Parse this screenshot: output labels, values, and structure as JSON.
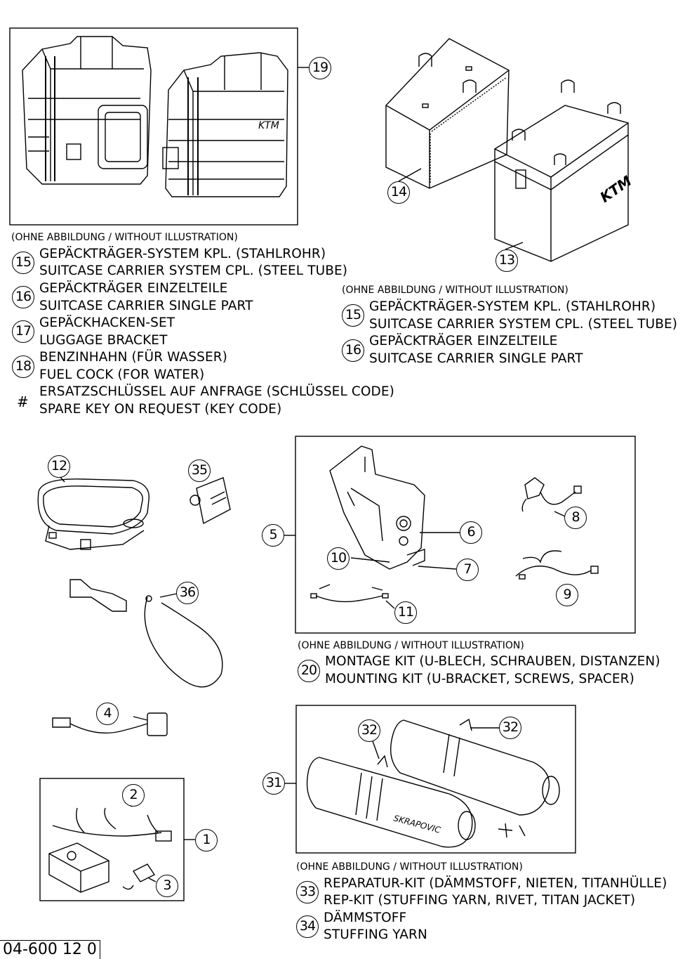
{
  "callouts": {
    "c19": "19",
    "c14": "14",
    "c13": "13",
    "c12": "12",
    "c35": "35",
    "c5": "5",
    "c6": "6",
    "c7": "7",
    "c8": "8",
    "c9": "9",
    "c10": "10",
    "c11": "11",
    "c36": "36",
    "c4": "4",
    "c2": "2",
    "c1": "1",
    "c3": "3",
    "c31": "31",
    "c32a": "32",
    "c32b": "32"
  },
  "block1": {
    "note": "(OHNE ABBILDUNG / WITHOUT ILLUSTRATION)",
    "items": [
      {
        "num": "15",
        "de": "GEPÄCKTRÄGER-SYSTEM KPL. (STAHLROHR)",
        "en": "SUITCASE CARRIER SYSTEM CPL. (STEEL TUBE)"
      },
      {
        "num": "16",
        "de": "GEPÄCKTRÄGER EINZELTEILE",
        "en": "SUITCASE CARRIER SINGLE PART"
      },
      {
        "num": "17",
        "de": "GEPÄCKHACKEN-SET",
        "en": "LUGGAGE BRACKET"
      },
      {
        "num": "18",
        "de": "BENZINHAHN (FÜR WASSER)",
        "en": "FUEL COCK (FOR WATER)"
      },
      {
        "num": "#",
        "de": "ERSATZSCHLÜSSEL AUF ANFRAGE (SCHLÜSSEL CODE)",
        "en": "SPARE KEY ON REQUEST (KEY CODE)"
      }
    ]
  },
  "block2": {
    "note": "(OHNE ABBILDUNG / WITHOUT ILLUSTRATION)",
    "items": [
      {
        "num": "15",
        "de": "GEPÄCKTRÄGER-SYSTEM KPL. (STAHLROHR)",
        "en": "SUITCASE CARRIER SYSTEM CPL. (STEEL TUBE)"
      },
      {
        "num": "16",
        "de": "GEPÄCKTRÄGER EINZELTEILE",
        "en": "SUITCASE CARRIER SINGLE PART"
      }
    ]
  },
  "block3": {
    "note": "(OHNE ABBILDUNG / WITHOUT ILLUSTRATION)",
    "items": [
      {
        "num": "20",
        "de": "MONTAGE KIT (U-BLECH, SCHRAUBEN, DISTANZEN)",
        "en": "MOUNTING KIT (U-BRACKET, SCREWS, SPACER)"
      }
    ]
  },
  "block4": {
    "note": "(OHNE ABBILDUNG / WITHOUT ILLUSTRATION)",
    "items": [
      {
        "num": "33",
        "de": "REPARATUR-KIT (DÄMMSTOFF, NIETEN, TITANHÜLLE)",
        "en": "REP-KIT (STUFFING YARN, RIVET, TITAN JACKET)"
      },
      {
        "num": "34",
        "de": "DÄMMSTOFF",
        "en": "STUFFING YARN"
      }
    ]
  },
  "drawing_code": "04-600 12 0",
  "logos": {
    "case": "KTM",
    "muffler": "SKRAPOVIC"
  }
}
